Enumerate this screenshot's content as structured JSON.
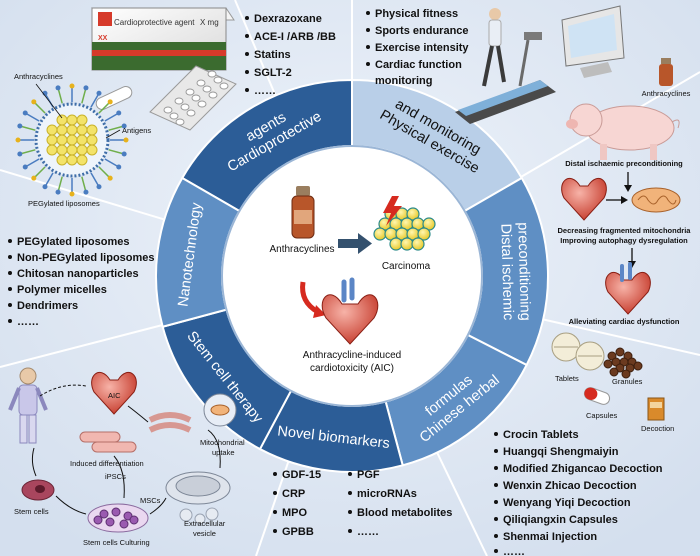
{
  "colors": {
    "background_panel": "#dbe5f2",
    "ring_dark": "#2c5d97",
    "ring_mid": "#5f8fc4",
    "ring_light": "#b9cfe8",
    "center_fill": "#ffffff",
    "arrow_red": "#d62a1f",
    "arrow_navy": "#34516e"
  },
  "center": {
    "anthracyclines": "Anthracyclines",
    "carcinoma": "Carcinoma",
    "aic_line1": "Anthracycline-induced",
    "aic_line2": "cardiotoxicity (AIC)"
  },
  "segments": [
    {
      "id": "cardioprotective",
      "line1": "Cardioprotective",
      "line2": "agents"
    },
    {
      "id": "exercise",
      "line1": "Physical exercise",
      "line2": "and monitoring"
    },
    {
      "id": "distal",
      "line1": "Distal ischemic",
      "line2": "preconditioning"
    },
    {
      "id": "herbal",
      "line1": "Chinese herbal",
      "line2": "formulas"
    },
    {
      "id": "biomarkers",
      "line1": "Novel biomarkers",
      "line2": ""
    },
    {
      "id": "stemcell",
      "line1": "Stem cell therapy",
      "line2": ""
    },
    {
      "id": "nano",
      "line1": "Nanotechnology",
      "line2": ""
    }
  ],
  "cardioprotective_panel": {
    "box_label": "Cardioprotective agent",
    "box_dose": "X mg",
    "box_badge": "XX",
    "items": [
      "Dexrazoxane",
      "ACE-I /ARB /BB",
      "Statins",
      "SGLT-2",
      "……"
    ]
  },
  "exercise_panel": {
    "items": [
      "Physical fitness",
      "Sports endurance",
      "Exercise intensity",
      "Cardiac function",
      "monitoring"
    ]
  },
  "distal_panel": {
    "anthracyclines": "Anthracyclines",
    "step1": "Distal ischaemic preconditioning",
    "step2a": "Decreasing fragmented mitochondria",
    "step2b": "Improving autophagy dysregulation",
    "step3": "Alleviating cardiac dysfunction"
  },
  "nano_panel": {
    "anthracyclines": "Anthracyclines",
    "antigens": "Antigens",
    "liposome": "PEGylated liposomes",
    "items": [
      "PEGylated liposomes",
      "Non-PEGylated liposomes",
      "Chitosan nanoparticles",
      "Polymer micelles",
      "Dendrimers",
      "……"
    ]
  },
  "herbal_panel": {
    "tablets": "Tablets",
    "granules": "Granules",
    "capsules": "Capsules",
    "decoction": "Decoction",
    "items": [
      "Crocin Tablets",
      "Huangqi Shengmaiyin",
      "Modified Zhigancao Decoction",
      "Wenxin Zhicao Decoction",
      "Wenyang Yiqi Decoction",
      "Qiliqiangxin Capsules",
      "Shenmai Injection",
      "……"
    ]
  },
  "biomarker_panel": {
    "col1": [
      "GDF-15",
      "CRP",
      "MPO",
      "GPBB"
    ],
    "col2": [
      "PGF",
      "microRNAs",
      "Blood metabolites",
      "……"
    ]
  },
  "stemcell_panel": {
    "aic": "AIC",
    "induced": "Induced differentiation",
    "mito1": "Mitochondrial",
    "mito2": "uptake",
    "ipscs": "iPSCs",
    "mscs": "MSCs",
    "stem_cells": "Stem cells",
    "culturing": "Stem cells Culturing",
    "ev1": "Extracellular",
    "ev2": "vesicle"
  }
}
